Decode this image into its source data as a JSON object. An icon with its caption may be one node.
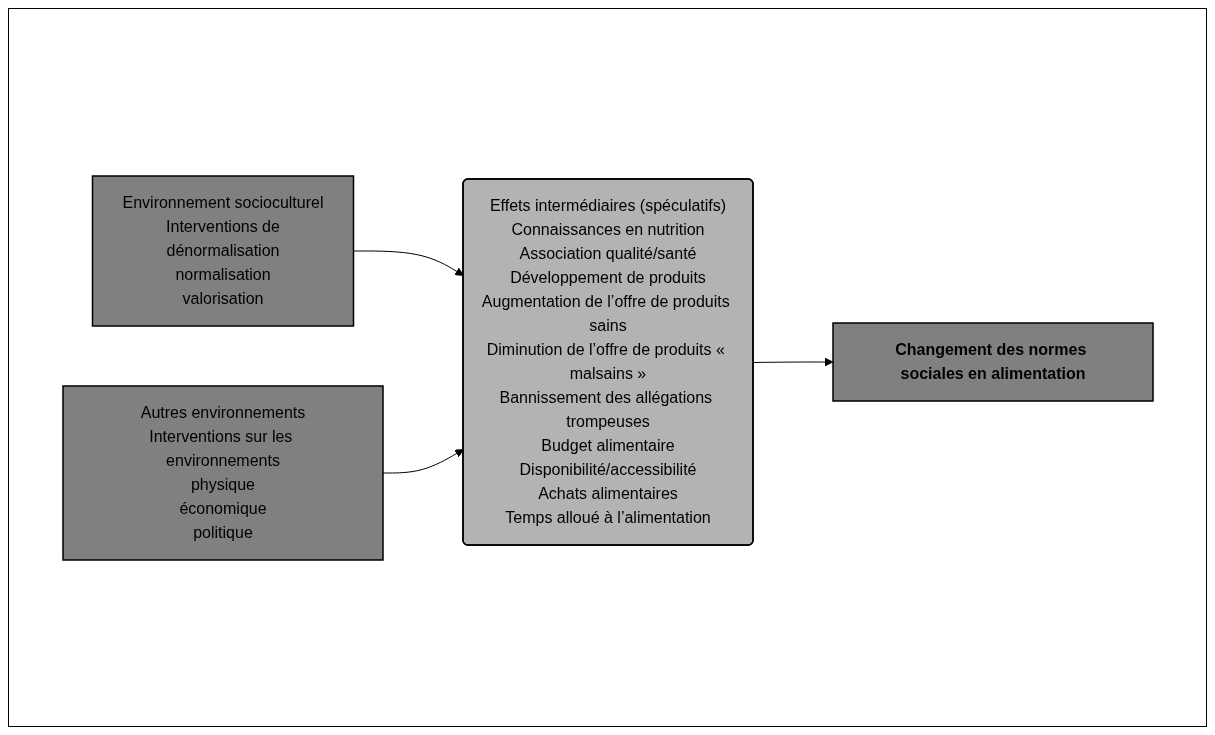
{
  "diagram": {
    "nodes": [
      {
        "text": [
          "Environnement socioculturel",
          "Interventions de",
          "dénormalisation",
          "normalisation",
          "valorisation"
        ]
      },
      {
        "text": [
          "Autres environnements",
          "Interventions sur les environnements",
          "physique",
          "économique",
          "politique"
        ]
      },
      {
        "text": [
          "Effets intermédiaires (spéculatifs)",
          "Connaissances en nutrition",
          "Association qualité/santé",
          "Développement de produits",
          "Augmentation de l’offre de produits sains",
          "Diminution de l’offre de produits « malsains »",
          "Bannissement des allégations trompeuses",
          "Budget alimentaire",
          "Disponibilité/accessibilité",
          "Achats alimentaires",
          "Temps alloué à l’alimentation"
        ]
      },
      {
        "text": [
          "Changement des normes sociales en alimentation"
        ]
      }
    ],
    "edges": [
      {
        "from": 0,
        "to": 2,
        "arrow": "to"
      },
      {
        "from": 1,
        "to": 2,
        "arrow": "to"
      },
      {
        "from": 2,
        "to": 3,
        "arrow": "to"
      }
    ]
  }
}
